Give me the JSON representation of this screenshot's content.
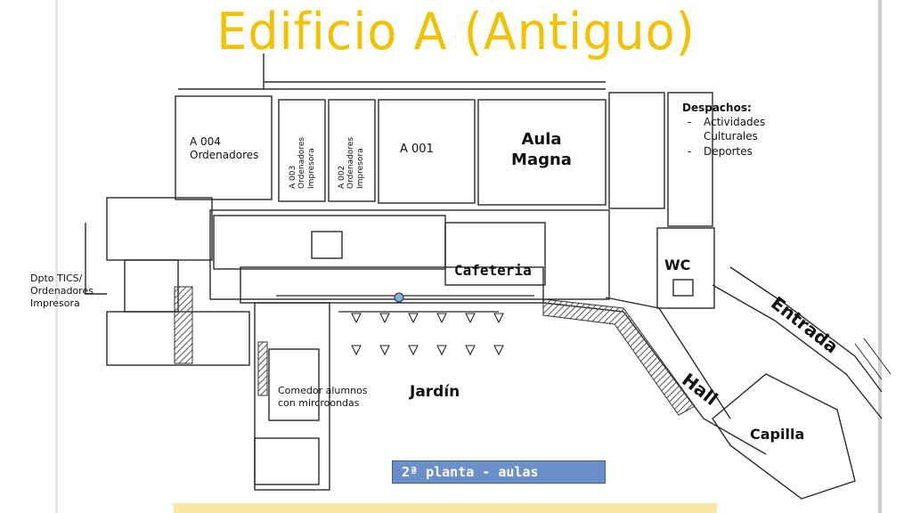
{
  "title": "Edificio A (Antiguo)",
  "rooms": {
    "a004": [
      "A 004",
      "Ordenadores"
    ],
    "a003": [
      "A 003",
      "Ordenadores",
      "Impresora"
    ],
    "a002": [
      "A 002",
      "Ordenadores",
      "Impresora"
    ],
    "a001": "A 001",
    "aula_magna": [
      "Aula",
      "Magna"
    ],
    "despachos_title": "Despachos:",
    "despachos_items": [
      "Actividades Culturales",
      "Deportes"
    ],
    "cafeteria": "Cafeteria",
    "wc": "WC",
    "entrada": "Entrada",
    "hall": "Hall",
    "capilla": "Capilla",
    "jardin": "Jardín",
    "dpto": [
      "Dpto TICS/",
      "Ordenadores",
      "Impresora"
    ],
    "comedor": [
      "Comedor alumnos",
      "con mircroondas"
    ]
  },
  "legend": "2ª planta - aulas",
  "colors": {
    "title": "#f2c200",
    "legend_bg": "#6b8fc9",
    "ink": "#2a2a2a",
    "hatch": "#555555"
  }
}
